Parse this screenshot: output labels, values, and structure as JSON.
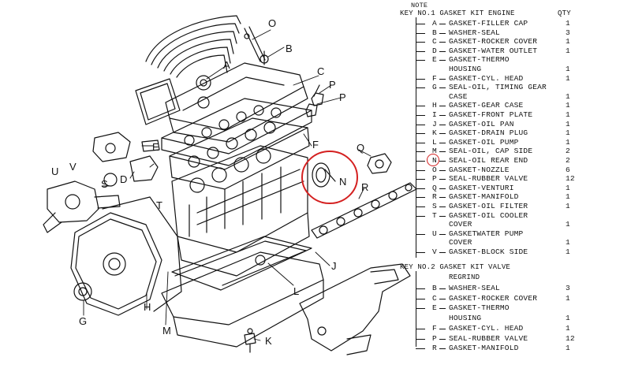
{
  "callouts": [
    "O",
    "B",
    "A",
    "C",
    "P",
    "P",
    "F",
    "E",
    "U",
    "V",
    "S",
    "D",
    "Q",
    "N",
    "R",
    "T",
    "G",
    "H",
    "M",
    "L",
    "J",
    "K"
  ],
  "highlight": {
    "key": "N",
    "color": "#d42020"
  },
  "legend": {
    "note": "NOTE",
    "kit1": {
      "header": "KEY NO.1 GASKET KIT ENGINE",
      "qty_header": "QTY",
      "rows": [
        {
          "key": "A",
          "text": "GASKET-FILLER CAP",
          "qty": "1"
        },
        {
          "key": "B",
          "text": "WASHER-SEAL",
          "qty": "3"
        },
        {
          "key": "C",
          "text": "GASKET-ROCKER COVER",
          "qty": "1"
        },
        {
          "key": "D",
          "text": "GASKET-WATER OUTLET",
          "qty": "1"
        },
        {
          "key": "E",
          "text": "GASKET-THERMO",
          "qty": "",
          "cont": "HOUSING",
          "cont_qty": "1"
        },
        {
          "key": "F",
          "text": "GASKET-CYL. HEAD",
          "qty": "1"
        },
        {
          "key": "G",
          "text": "SEAL-OIL, TIMING GEAR",
          "qty": "",
          "cont": "CASE",
          "cont_qty": "1"
        },
        {
          "key": "H",
          "text": "GASKET-GEAR CASE",
          "qty": "1"
        },
        {
          "key": "I",
          "text": "GASKET-FRONT PLATE",
          "qty": "1"
        },
        {
          "key": "J",
          "text": "GASKET-OIL PAN",
          "qty": "1"
        },
        {
          "key": "K",
          "text": "GASKET-DRAIN PLUG",
          "qty": "1"
        },
        {
          "key": "L",
          "text": "GASKET-OIL PUMP",
          "qty": "1"
        },
        {
          "key": "M",
          "text": "SEAL-OIL, CAP SIDE",
          "qty": "2"
        },
        {
          "key": "N",
          "text": "SEAL-OIL REAR END",
          "qty": "2"
        },
        {
          "key": "O",
          "text": "GASKET-NOZZLE",
          "qty": "6"
        },
        {
          "key": "P",
          "text": "SEAL-RUBBER VALVE",
          "qty": "12"
        },
        {
          "key": "Q",
          "text": "GASKET-VENTURI",
          "qty": "1"
        },
        {
          "key": "R",
          "text": "GASKET-MANIFOLD",
          "qty": "1"
        },
        {
          "key": "S",
          "text": "GASKET-OIL FILTER",
          "qty": "1"
        },
        {
          "key": "T",
          "text": "GASKET-OIL COOLER",
          "qty": "",
          "cont": "COVER",
          "cont_qty": "1"
        },
        {
          "key": "U",
          "text": "GASKETWATER PUMP",
          "qty": "",
          "cont": "COVER",
          "cont_qty": "1"
        },
        {
          "key": "V",
          "text": "GASKET-BLOCK SIDE",
          "qty": "1"
        }
      ]
    },
    "kit2": {
      "header": "KEY NO.2 GASKET KIT VALVE",
      "header2": "REGRIND",
      "rows": [
        {
          "key": "B",
          "text": "WASHER-SEAL",
          "qty": "3"
        },
        {
          "key": "C",
          "text": "GASKET-ROCKER COVER",
          "qty": "1"
        },
        {
          "key": "E",
          "text": "GASKET-THERMO",
          "qty": "",
          "cont": "HOUSING",
          "cont_qty": "1"
        },
        {
          "key": "F",
          "text": "GASKET-CYL. HEAD",
          "qty": "1"
        },
        {
          "key": "P",
          "text": "SEAL-RUBBER VALVE",
          "qty": "12"
        },
        {
          "key": "R",
          "text": "GASKET-MANIFOLD",
          "qty": "1"
        }
      ]
    }
  }
}
